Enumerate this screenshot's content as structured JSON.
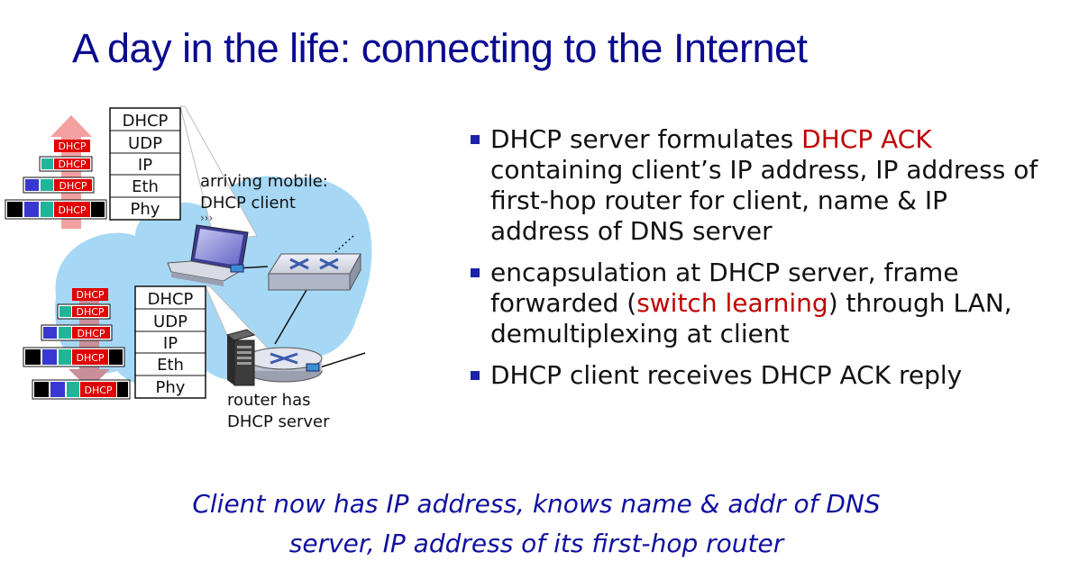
{
  "title": "A day in the life: connecting to the Internet",
  "bullets": [
    {
      "parts": [
        {
          "text": "DHCP server formulates ",
          "highlight": false
        },
        {
          "text": "DHCP ACK",
          "highlight": true
        },
        {
          "text": " containing client’s IP address, IP address of first-hop router for client, name & IP address of DNS server",
          "highlight": false
        }
      ]
    },
    {
      "parts": [
        {
          "text": "encapsulation at DHCP server, frame forwarded (",
          "highlight": false
        },
        {
          "text": "switch learning",
          "highlight": true
        },
        {
          "text": ") through LAN, demultiplexing at client",
          "highlight": false
        }
      ]
    },
    {
      "parts": [
        {
          "text": "DHCP client receives DHCP ACK reply",
          "highlight": false
        }
      ]
    }
  ],
  "footer": {
    "line1": "Client now has IP address, knows name & addr of DNS",
    "line2": "server, IP address of its first-hop router"
  },
  "diagram": {
    "client_label_1": "arriving mobile:",
    "client_label_2": "DHCP client",
    "router_label_1": "router has",
    "router_label_2": "DHCP server",
    "client_stack": [
      "DHCP",
      "UDP",
      "IP",
      "Eth",
      "Phy"
    ],
    "server_stack": [
      "DHCP",
      "UDP",
      "IP",
      "Eth",
      "Phy"
    ],
    "packet_label": "DHCP",
    "colors": {
      "cloud": "#a6d8f5",
      "arrow": "#f4a0a0",
      "arrow_down": "#c98f9a",
      "dhcp_red": "#e00000",
      "udp_teal": "#1fb59a",
      "ip_blue": "#3838d0",
      "eth_black": "#000000",
      "accent_red": "#c00000",
      "title_blue": "#0a0a8f"
    }
  }
}
